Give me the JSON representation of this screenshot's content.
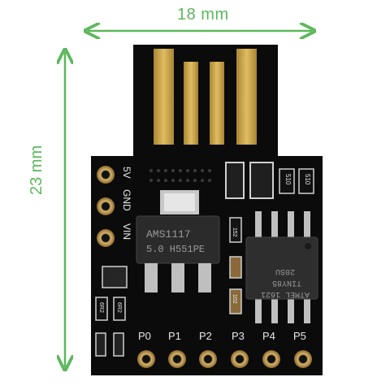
{
  "dimensions": {
    "width_label": "18 mm",
    "height_label": "23 mm",
    "color": "#5cb85c"
  },
  "board": {
    "colors": {
      "pcb": "#0b0b0b",
      "gold": "#c9a348",
      "silkscreen": "#e8e8e8",
      "copper_pad": "#b07a3a",
      "silver": "#c8c8c8"
    },
    "power_pins": [
      "5V",
      "GND",
      "VIN"
    ],
    "gpio_pins": [
      "P0",
      "P1",
      "P2",
      "P3",
      "P4",
      "P5"
    ],
    "regulator": {
      "line1": "AMS1117",
      "line2": "5.0 H551PE"
    },
    "mcu": {
      "line1": "ATMEL 1621",
      "line2": "TINY85",
      "line3": "20SU"
    },
    "resistor_labels": [
      "510",
      "510"
    ],
    "small_labels": [
      "152",
      "102",
      "6R2",
      "6R2"
    ]
  }
}
